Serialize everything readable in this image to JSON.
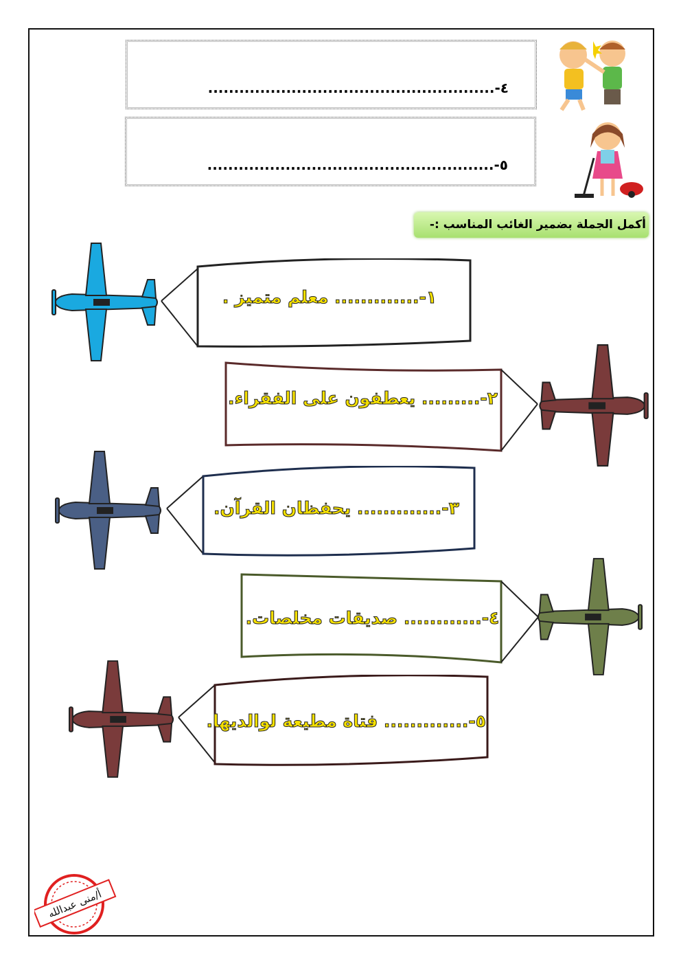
{
  "answer_boxes": [
    {
      "line": "٤-......................................................."
    },
    {
      "line": "٥-......................................................."
    }
  ],
  "instruction": "أكمل الجملة بضمير الغائب المناسب :-",
  "banners": [
    {
      "text": "١-............. معلم متميز .",
      "plane_color": "#1aa9e0"
    },
    {
      "text": "٢-......... يعطفون على الفقراء.",
      "plane_color": "#7a3b3b"
    },
    {
      "text": "٣-............. يحفظان القرآن.",
      "plane_color": "#4a5f85"
    },
    {
      "text": "٤-............ صديقات مخلصات.",
      "plane_color": "#6e7f4a"
    },
    {
      "text": "٥-............. فتاة مطيعة لوالديها.",
      "plane_color": "#7a3b3b"
    }
  ],
  "stamp": "أ/منى عبدالله"
}
